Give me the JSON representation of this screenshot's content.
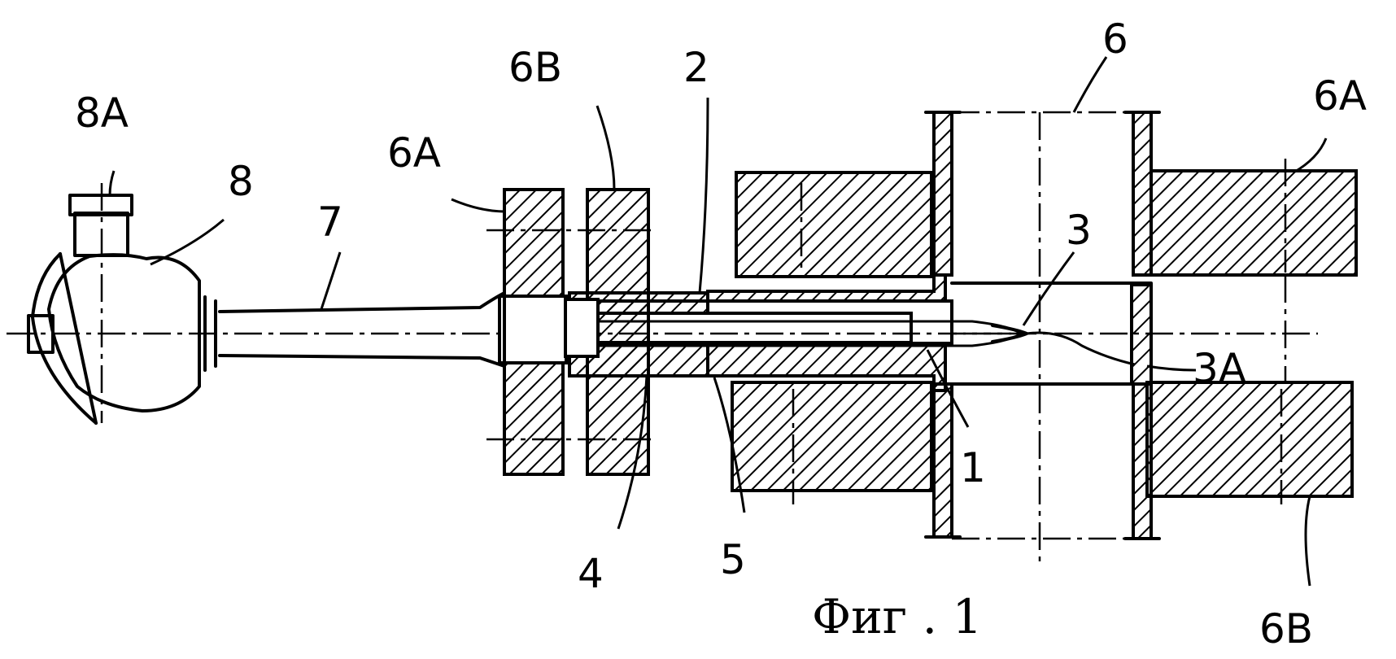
{
  "figure": {
    "caption": "Фиг . 1",
    "labels": {
      "l8A": "8A",
      "l8": "8",
      "l7": "7",
      "l6A_left": "6A",
      "l6B_top": "6B",
      "l2": "2",
      "l6": "6",
      "l6A_right": "6A",
      "l3": "3",
      "l3A": "3A",
      "l1": "1",
      "l4": "4",
      "l5": "5",
      "l6B_bottom": "6B"
    }
  }
}
